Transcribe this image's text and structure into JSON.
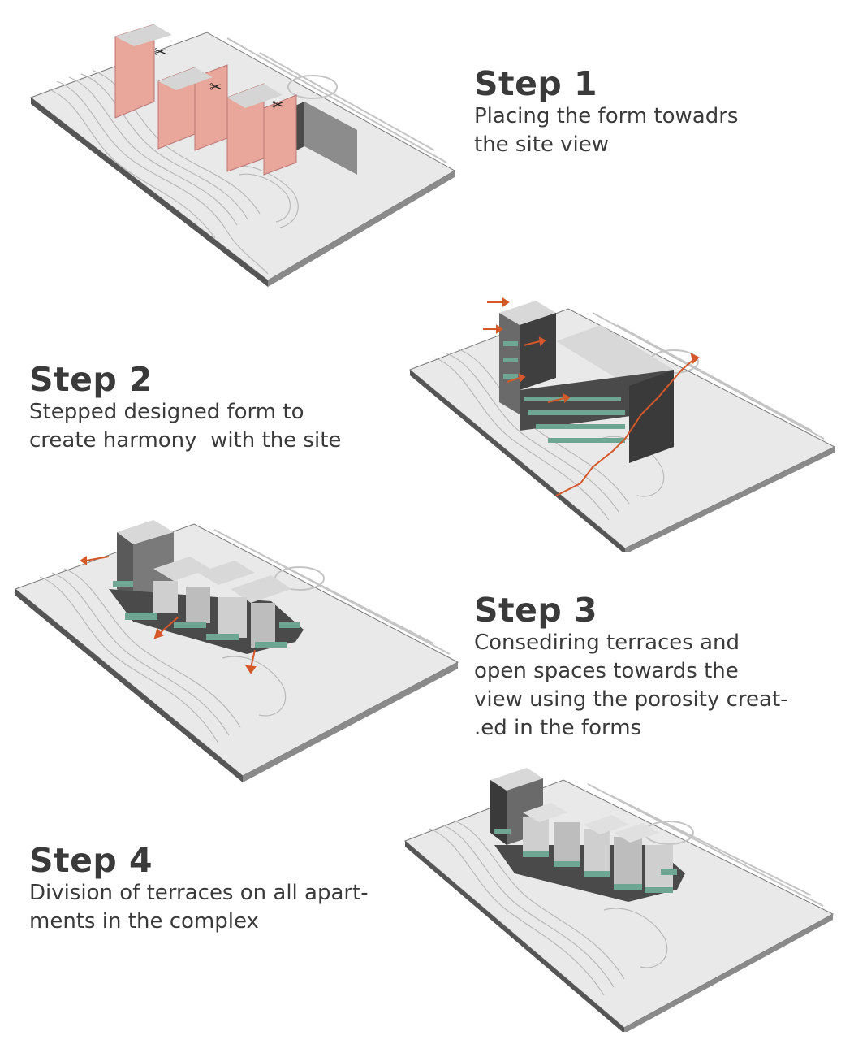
{
  "steps": [
    {
      "title": "Step 1",
      "lines": [
        "Placing the form towadrs",
        "the site view"
      ]
    },
    {
      "title": "Step 2",
      "lines": [
        "Stepped designed form to",
        "create harmony  with the site"
      ]
    },
    {
      "title": "Step 3",
      "lines": [
        "Consediring terraces and",
        "open spaces towards the",
        "view using the porosity creat-",
        ".ed in the forms"
      ]
    },
    {
      "title": "Step 4",
      "lines": [
        "Division of terraces on all apart-",
        "ments in the complex"
      ]
    }
  ],
  "colors": {
    "site": "#e9e9e9",
    "site_edge": "#6a6a6a",
    "contour": "#b9b9b9",
    "form_step1": "#e8a79a",
    "dark_block": "#4a4a4a",
    "light_block": "#d8d8d8",
    "terrace_green": "#6fa593",
    "arrow": "#d4582a"
  }
}
